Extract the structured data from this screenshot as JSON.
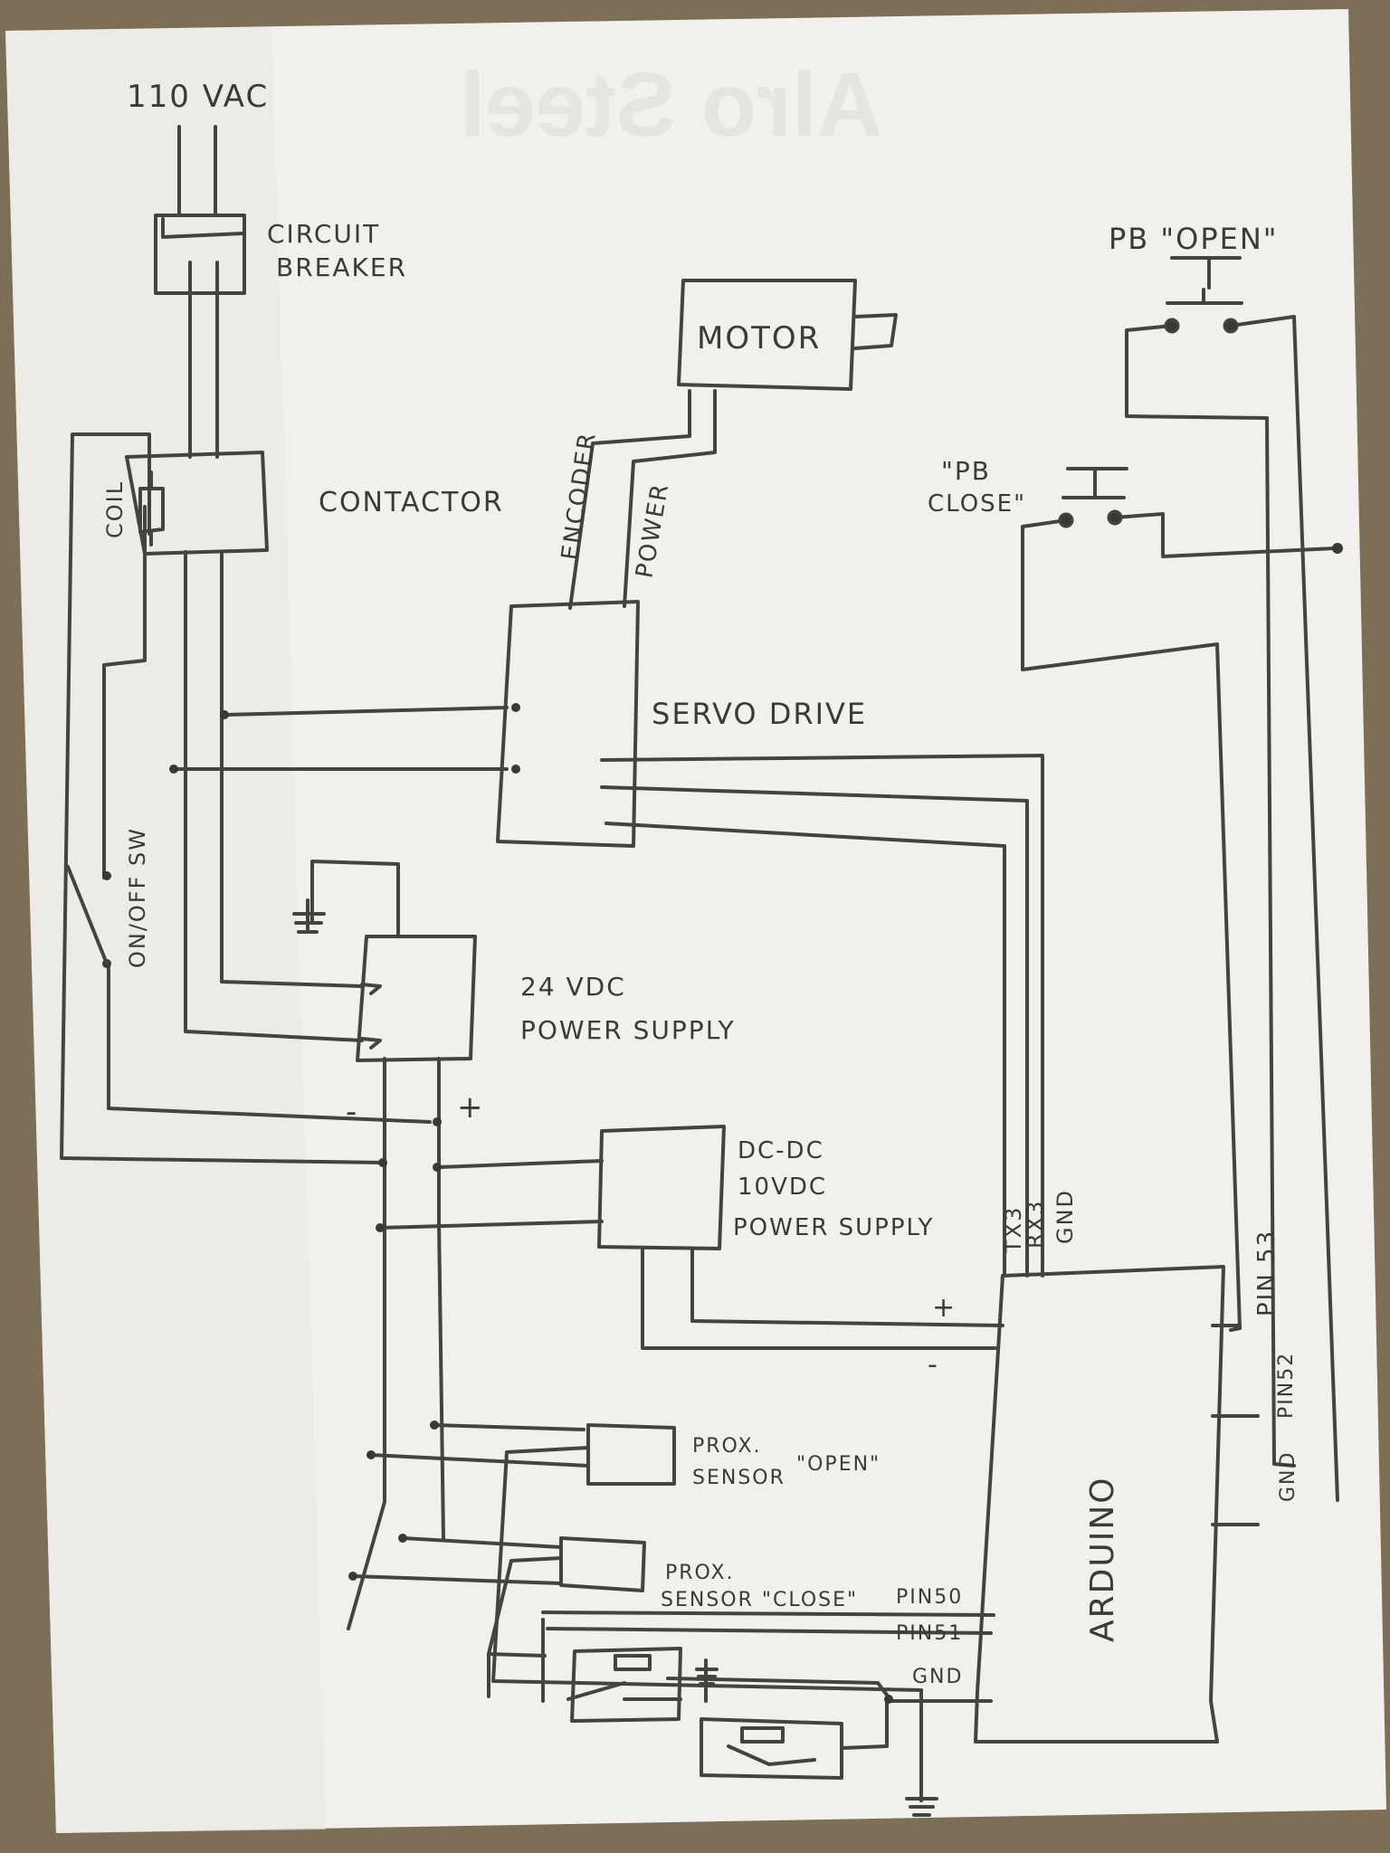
{
  "labels": {
    "supply": "110 VAC",
    "breaker": [
      "CIRCUIT",
      "BREAKER"
    ],
    "contactor": "CONTACTOR",
    "coil": "COIL",
    "motor": "MOTOR",
    "encoder": "ENCODER",
    "power": "POWER",
    "servo_drive": "SERVO DRIVE",
    "pb_open": "PB \"OPEN\"",
    "pb_close": [
      "\"PB",
      "CLOSE\""
    ],
    "on_off": "ON/OFF SW",
    "psu24": [
      "24 VDC",
      "POWER SUPPLY"
    ],
    "psu24_minus": "-",
    "psu24_plus": "+",
    "dcdc": [
      "DC-DC",
      "10VDC",
      "POWER SUPPLY"
    ],
    "arduino": "ARDUINO",
    "tx3": "TX3",
    "rx3": "RX3",
    "gnd_top": "GND",
    "pin53": "PIN 53",
    "pin52": "PIN52",
    "gnd_right": "GND",
    "ard_plus": "+",
    "ard_minus": "-",
    "prox_open": [
      "PROX.",
      "SENSOR",
      "\"OPEN\""
    ],
    "prox_close": [
      "PROX.",
      "SENSOR \"CLOSE\""
    ],
    "pin50": "PIN50",
    "pin51": "PIN51",
    "gnd_bottom": "GND"
  },
  "colors": {
    "paper": "#f1f0ec",
    "ink": "#45433f",
    "table": "#7d6e58"
  }
}
